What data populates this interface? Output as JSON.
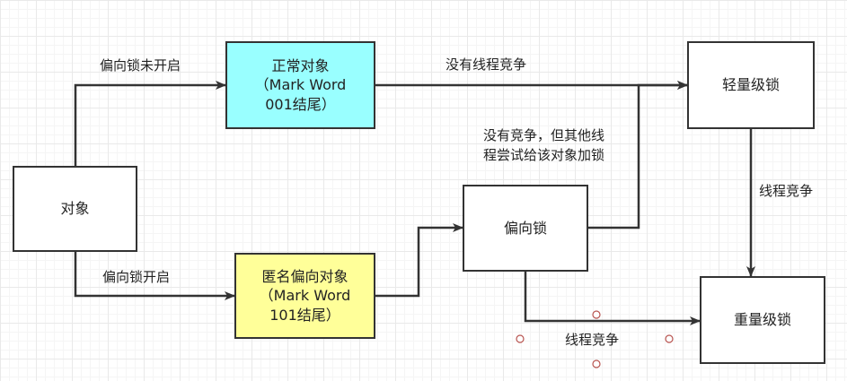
{
  "colors": {
    "stroke": "#333333",
    "cyan_fill": "#99FFFF",
    "yellow_fill": "#FFFF99",
    "handle": "#B85450"
  },
  "nodes": {
    "object": "对象",
    "normal_object": "正常对象\n（Mark Word\n001结尾）",
    "anonymous_biased_object": "匿名偏向对象\n（Mark Word\n101结尾）",
    "biased_lock": "偏向锁",
    "lightweight_lock": "轻量级锁",
    "heavyweight_lock": "重量级锁"
  },
  "edges": {
    "biased_disabled": "偏向锁未开启",
    "biased_enabled": "偏向锁开启",
    "no_thread_contention": "没有线程竞争",
    "no_contention_other_thread": "没有竞争，但其他线\n程尝试给该对象加锁",
    "thread_contention_right": "线程竞争",
    "thread_contention_bottom": "线程竞争"
  }
}
